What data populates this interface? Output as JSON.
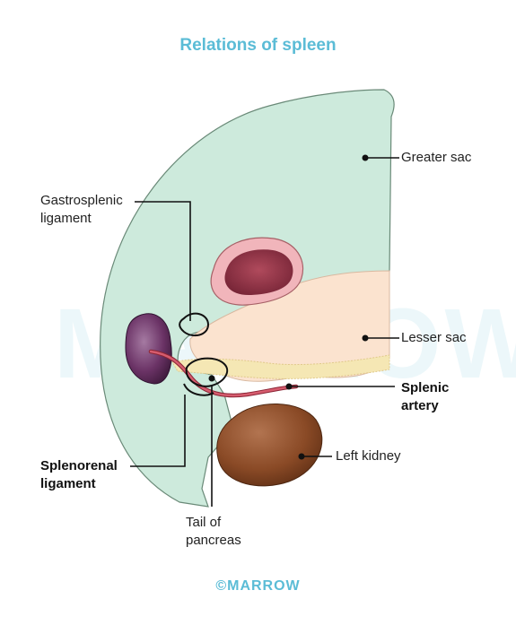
{
  "title": "Relations of spleen",
  "labels": {
    "greater_sac": "Greater sac",
    "gastrosplenic_line1": "Gastrosplenic",
    "gastrosplenic_line2": "ligament",
    "lesser_sac": "Lesser sac",
    "splenic_line1": "Splenic",
    "splenic_line2": "artery",
    "left_kidney": "Left kidney",
    "splenorenal_line1": "Splenorenal",
    "splenorenal_line2": "ligament",
    "tail_line1": "Tail of",
    "tail_line2": "pancreas"
  },
  "watermark": "MARROW",
  "credit": "©MARROW",
  "colors": {
    "greater_sac": "#cdeadc",
    "lesser_sac": "#fbe3cf",
    "stomach_outer": "#f1b5bb",
    "stomach_inner": "#8f2f42",
    "spleen": "#5c2a59",
    "kidney": "#8a4a26",
    "pancreas": "#f5e7b4",
    "artery": "#c64456",
    "accent": "#5bbcd6"
  }
}
